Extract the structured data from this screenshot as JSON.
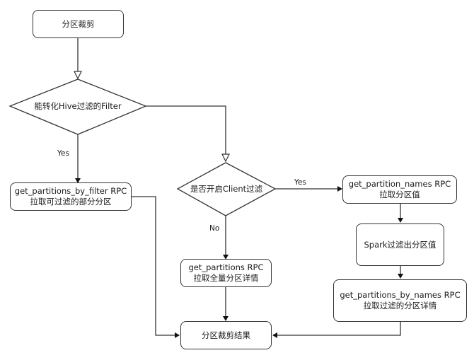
{
  "diagram": {
    "nodes": {
      "start": {
        "label": "分区裁剪"
      },
      "decision_hive": {
        "label": "能转化Hive过滤的Filter"
      },
      "by_filter": {
        "line1": "get_partitions_by_filter RPC",
        "line2": "拉取可过滤的部分分区"
      },
      "decision_client": {
        "label": "是否开启Client过滤"
      },
      "partition_names": {
        "line1": "get_partition_names RPC",
        "line2": "拉取分区值"
      },
      "spark_filter": {
        "label": "Spark过滤出分区值"
      },
      "get_partitions": {
        "line1": "get_partitions RPC",
        "line2": "拉取全量分区详情"
      },
      "by_names": {
        "line1": "get_partitions_by_names RPC",
        "line2": "拉取过滤的分区详情"
      },
      "result": {
        "label": "分区裁剪结果"
      }
    },
    "edge_labels": {
      "hive_yes": "Yes",
      "client_yes": "Yes",
      "client_no": "No"
    },
    "edges": [
      {
        "from": "start",
        "to": "decision_hive"
      },
      {
        "from": "decision_hive",
        "to": "by_filter",
        "label": "Yes"
      },
      {
        "from": "decision_hive",
        "to": "decision_client"
      },
      {
        "from": "decision_client",
        "to": "partition_names",
        "label": "Yes"
      },
      {
        "from": "decision_client",
        "to": "get_partitions",
        "label": "No"
      },
      {
        "from": "partition_names",
        "to": "spark_filter"
      },
      {
        "from": "spark_filter",
        "to": "by_names"
      },
      {
        "from": "get_partitions",
        "to": "result"
      },
      {
        "from": "by_filter",
        "to": "result"
      },
      {
        "from": "by_names",
        "to": "result"
      }
    ]
  }
}
